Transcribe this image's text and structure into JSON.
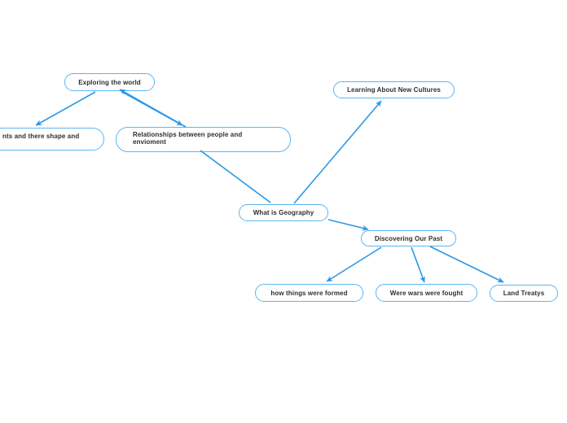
{
  "app": {
    "name": "mind-map-editor",
    "background": "#FFFFFF"
  },
  "colors": {
    "node_border": "#5AB6F1",
    "node_fill": "#FFFFFF",
    "connector_arrow": "#2B97E5",
    "node_text": "#2F2F2F"
  },
  "diagram": {
    "type": "concept-map",
    "nodes": [
      {
        "id": "exploring-the-world",
        "label": "Exploring the world"
      },
      {
        "id": "continents-shape",
        "label": "nts and there shape and"
      },
      {
        "id": "relationships-people-envioment",
        "label": "Relationships between people and\nenvioment"
      },
      {
        "id": "learning-about-new-cultures",
        "label": "Learning About New Cultures"
      },
      {
        "id": "what-is-geography",
        "label": "What is Geography"
      },
      {
        "id": "discovering-our-past",
        "label": "Discovering Our Past"
      },
      {
        "id": "how-things-were-formed",
        "label": "how things were formed"
      },
      {
        "id": "were-wars-were-fought",
        "label": "Were wars were fought"
      },
      {
        "id": "land-treatys",
        "label": "Land Treatys"
      }
    ],
    "edges": [
      {
        "from": "exploring-the-world",
        "to": "continents-shape",
        "arrowhead": "to"
      },
      {
        "from": "relationships-people-envioment",
        "to": "exploring-the-world",
        "arrowhead": "to"
      },
      {
        "from": "exploring-the-world",
        "to": "relationships-people-envioment",
        "arrowhead": "to"
      },
      {
        "from": "relationships-people-envioment",
        "to": "what-is-geography",
        "arrowhead": "none"
      },
      {
        "from": "what-is-geography",
        "to": "learning-about-new-cultures",
        "arrowhead": "to"
      },
      {
        "from": "what-is-geography",
        "to": "discovering-our-past",
        "arrowhead": "to"
      },
      {
        "from": "discovering-our-past",
        "to": "how-things-were-formed",
        "arrowhead": "to"
      },
      {
        "from": "discovering-our-past",
        "to": "were-wars-were-fought",
        "arrowhead": "to"
      },
      {
        "from": "discovering-our-past",
        "to": "land-treatys",
        "arrowhead": "to"
      }
    ]
  }
}
